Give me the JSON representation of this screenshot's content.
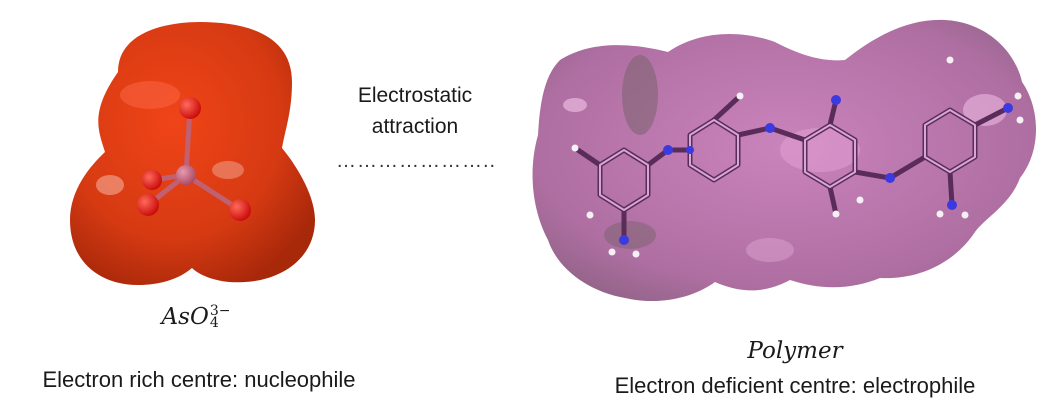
{
  "annotation": {
    "line1": "Electrostatic",
    "line2": "attraction",
    "dots": "………………….."
  },
  "anion": {
    "formula": "AsO",
    "formula_sub": "4",
    "formula_sup": "3−",
    "caption": "Electron rich centre: nucleophile",
    "surface_color": "#d63a12",
    "center_atom_color": "#c0506a",
    "oxygen_color": "#e01010"
  },
  "polymer": {
    "name": "Polymer",
    "caption": "Electron deficient centre: electrophile",
    "surface_color": "#a8629a",
    "nitrogen_color": "#3a3ae0"
  }
}
